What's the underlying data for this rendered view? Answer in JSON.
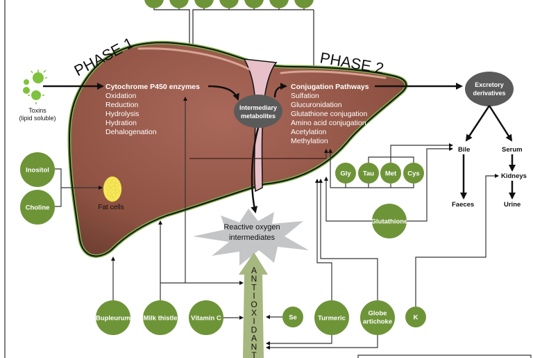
{
  "colors": {
    "liver": "#9a5a48",
    "liver_dark": "#6e3f33",
    "liver_outline": "#7fae4a",
    "node_green": "#6e9438",
    "grey_node": "#5a5a5a",
    "star_grey": "#c4c5c7",
    "antioxidant_arrow": "#a6b77f",
    "vein_pink": "#e8c0c9",
    "toxin_green": "#7ec23d",
    "fat_yellow": "#f6e85a"
  },
  "phases": {
    "phase1": "PHASE 1",
    "phase2": "PHASE 2"
  },
  "toxins": {
    "icon": "virus-cluster-icon",
    "label_line1": "Toxins",
    "label_line2": "(lipid soluble)"
  },
  "phase1_box": {
    "title": "Cytochrome P450 enzymes",
    "items": [
      "Oxidation",
      "Reduction",
      "Hydrolysis",
      "Hydration",
      "Dehalogenation"
    ]
  },
  "phase2_box": {
    "title": "Conjugation Pathways",
    "items": [
      "Sulfation",
      "Glucuronidation",
      "Glutathione conjugation",
      "Amino acid conjugation",
      "Acetylation",
      "Methylation"
    ]
  },
  "intermediary": {
    "line1": "Intermediary",
    "line2": "metabolites"
  },
  "excretory": {
    "line1": "Excretory",
    "line2": "derivatives"
  },
  "excretion": {
    "bile": "Bile",
    "serum": "Serum",
    "kidneys": "Kidneys",
    "faeces": "Faeces",
    "urine": "Urine"
  },
  "reactive": {
    "line1": "Reactive oxygen",
    "line2": "intermediates"
  },
  "antioxidants_letters": [
    "A",
    "N",
    "T",
    "I",
    "O",
    "X",
    "I",
    "D",
    "A",
    "N",
    "T"
  ],
  "fat_cells": "Fat cells",
  "left_nutrients": [
    "Inositol",
    "Choline"
  ],
  "amino_acids": [
    "Gly",
    "Tau",
    "Met",
    "Cys"
  ],
  "glutathione": "Glutathione",
  "bottom_nutrients": {
    "bupleurum": "Bupleurum",
    "milk_thistle": "Milk thistle",
    "vitamin_c": "Vitamin C",
    "se": "Se",
    "turmeric": "Turmeric",
    "globe_line1": "Globe",
    "globe_line2": "artichoke",
    "k": "K"
  },
  "top_nutrient_count": 7
}
